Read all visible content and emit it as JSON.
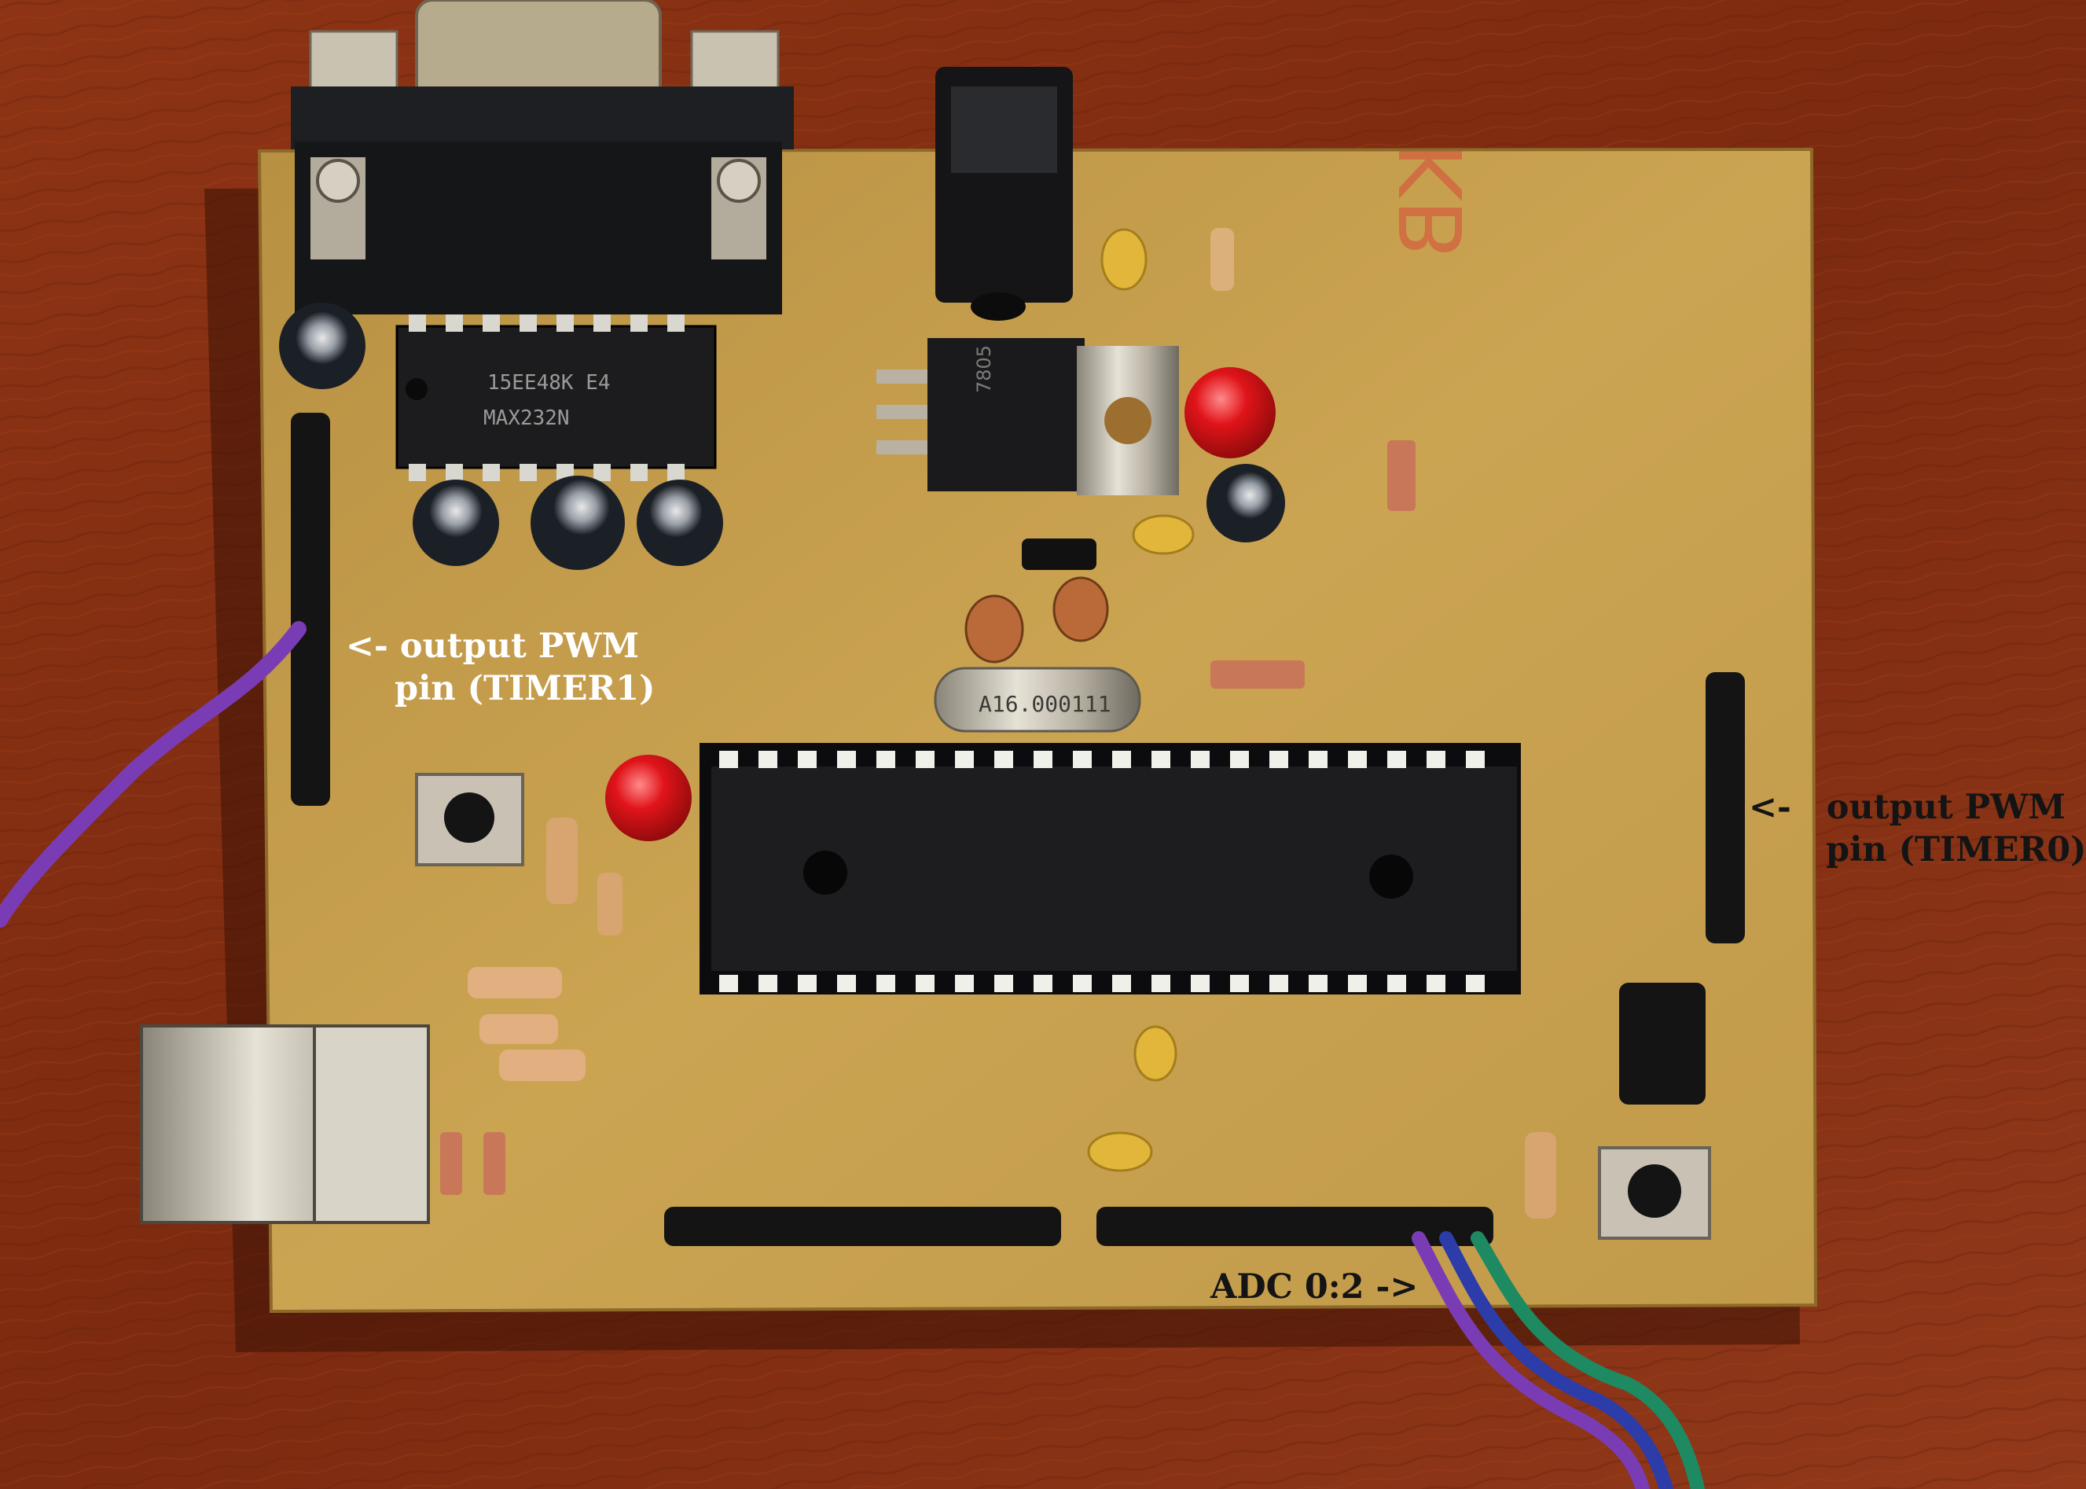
{
  "annotations": {
    "timer1": {
      "line1": "<- output PWM",
      "line2": "pin (TIMER1)"
    },
    "timer0": {
      "line1": "<-   output PWM",
      "line2": "pin (TIMER0)"
    },
    "adc": "ADC 0:2 ->"
  },
  "board_markings": {
    "monogram": "KB",
    "max232": "MAX232N",
    "max232_code": "15EE48K E4",
    "crystal": "A16.000111",
    "regulator": "7805"
  },
  "colors": {
    "table_wood": "#8a3214",
    "pcb": "#c9a04e",
    "chip": "#1c1c1e",
    "light_label": "#ffffff",
    "dark_label": "#141414",
    "led": "#e0141a",
    "wire_purple": "#7a3cb4",
    "wire_blue": "#2c3ca8",
    "wire_green": "#1e8a62"
  }
}
